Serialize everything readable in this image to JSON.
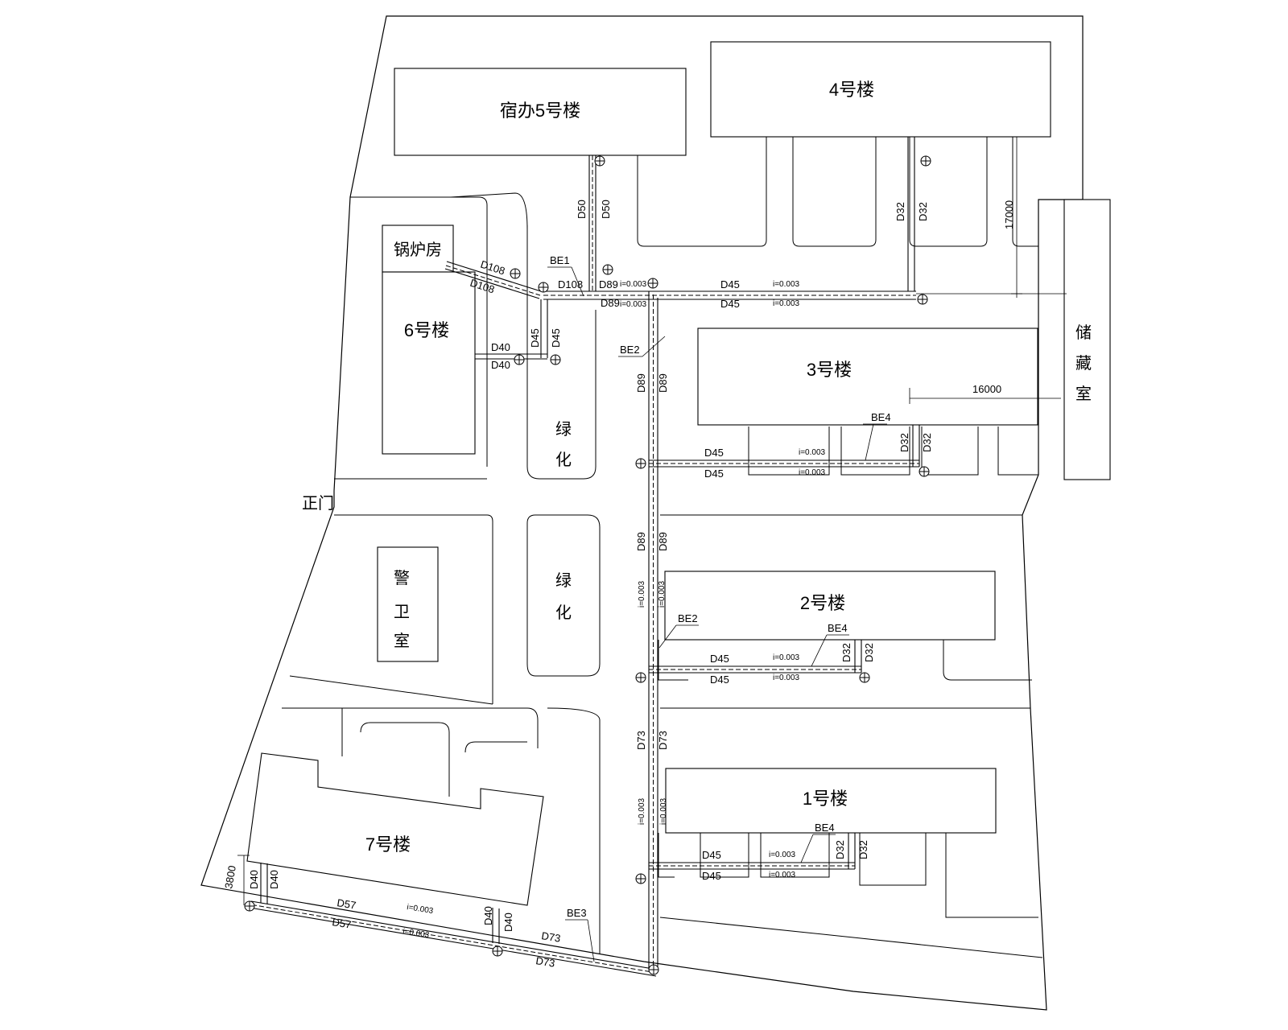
{
  "buildings": {
    "b5": "宿办5号楼",
    "b4": "4号楼",
    "boiler": "锅炉房",
    "b6": "6号楼",
    "b3": "3号楼",
    "b2": "2号楼",
    "b1": "1号楼",
    "b7": "7号楼",
    "storage": [
      "储",
      "藏",
      "室"
    ],
    "guard": [
      "警",
      "卫",
      "室"
    ],
    "green1": [
      "绿",
      "化"
    ],
    "green2": [
      "绿",
      "化"
    ]
  },
  "gate": "正门",
  "dimensions": {
    "d17000": "17000",
    "d16000": "16000",
    "d3800": "3800"
  },
  "pipe_labels": {
    "D108": "D108",
    "D89": "D89",
    "D73": "D73",
    "D57": "D57",
    "D50": "D50",
    "D45": "D45",
    "D40": "D40",
    "D32": "D32"
  },
  "tags": {
    "BE1": "BE1",
    "BE2": "BE2",
    "BE3": "BE3",
    "BE4": "BE4"
  },
  "slope": "i=0.003"
}
